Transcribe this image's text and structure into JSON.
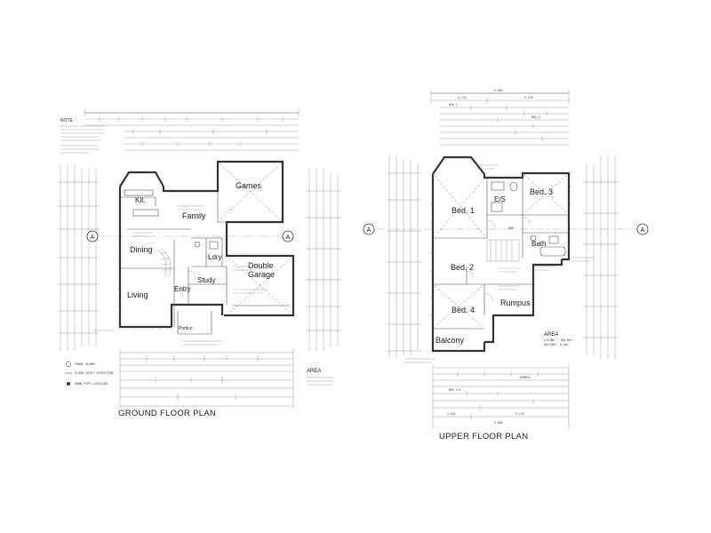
{
  "ground": {
    "title": "GROUND FLOOR PLAN",
    "note_heading": "NOTE :",
    "rooms": {
      "kit": "Kit.",
      "family": "Family",
      "games": "Games",
      "dining": "Dining",
      "ldry": "Ldry",
      "double_garage_line1": "Double",
      "double_garage_line2": "Garage",
      "study": "Study",
      "entry": "Entry",
      "living": "Living",
      "portico": "Portico"
    },
    "area_heading": "AREA",
    "grid_marker": "A",
    "grid_marker_right": "A",
    "legend_items": [
      "SMOKE ALARM",
      "FLOOR JOIST DIRECTION",
      "DOWN PIPE LOCATION"
    ]
  },
  "upper": {
    "title": "UPPER FLOOR PLAN",
    "rooms": {
      "bed1": "Bed. 1",
      "es": "E/S",
      "bed3": "Bed. 3",
      "bath": "Bath",
      "bed2": "Bed. 2",
      "rumpus": "Rumpus",
      "bed4": "Bed. 4",
      "balcony": "Balcony",
      "wc": "WC"
    },
    "area_heading": "AREA",
    "area_rows": [
      {
        "label": "LIVING",
        "value": "100.8m²"
      },
      {
        "label": "BALCONY",
        "value": "6.5m²"
      }
    ],
    "grid_marker": "A",
    "grid_marker_right": "A",
    "bed_labels": [
      "BED 1",
      "BED 3",
      "BED 2/4",
      "RUMPUS"
    ],
    "top_dims": [
      "9.880",
      "4.170",
      "5.510"
    ],
    "bottom_dims": [
      "2.510",
      "5.170",
      "9.880"
    ]
  },
  "colors": {
    "line": "#333333",
    "paper": "#ffffff"
  }
}
